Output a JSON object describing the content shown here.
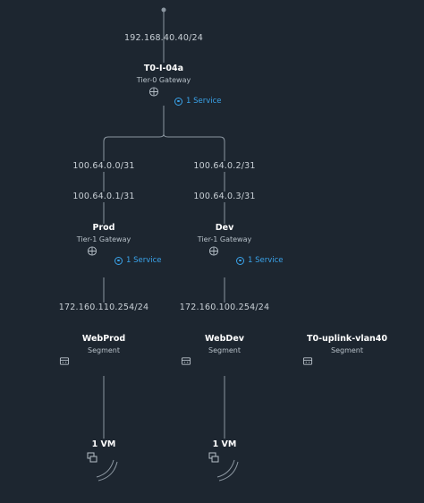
{
  "t0": {
    "uplink_ip": "192.168.40.40/24",
    "name": "T0-I-04a",
    "type": "Tier-0 Gateway",
    "services": "1 Service",
    "icon": "router-icon"
  },
  "prod": {
    "t0_side_ip": "100.64.0.0/31",
    "t1_side_ip": "100.64.0.1/31",
    "name": "Prod",
    "type": "Tier-1 Gateway",
    "services": "1 Service",
    "icon": "router-icon"
  },
  "dev": {
    "t0_side_ip": "100.64.0.2/31",
    "t1_side_ip": "100.64.0.3/31",
    "name": "Dev",
    "type": "Tier-1 Gateway",
    "services": "1 Service",
    "icon": "router-icon"
  },
  "segments": {
    "webprod": {
      "gateway_ip": "172.160.110.254/24",
      "name": "WebProd",
      "type": "Segment",
      "icon": "segment-icon"
    },
    "webdev": {
      "gateway_ip": "172.160.100.254/24",
      "name": "WebDev",
      "type": "Segment",
      "icon": "segment-icon"
    },
    "uplink": {
      "name": "T0-uplink-vlan40",
      "type": "Segment",
      "icon": "segment-icon"
    }
  },
  "vms": {
    "prod": {
      "label": "1 VM",
      "icon": "vm-group-icon"
    },
    "dev": {
      "label": "1 VM",
      "icon": "vm-group-icon"
    }
  },
  "colors": {
    "background": "#1d2630",
    "line": "#8c97a1",
    "service_link": "#3aa3ea"
  }
}
